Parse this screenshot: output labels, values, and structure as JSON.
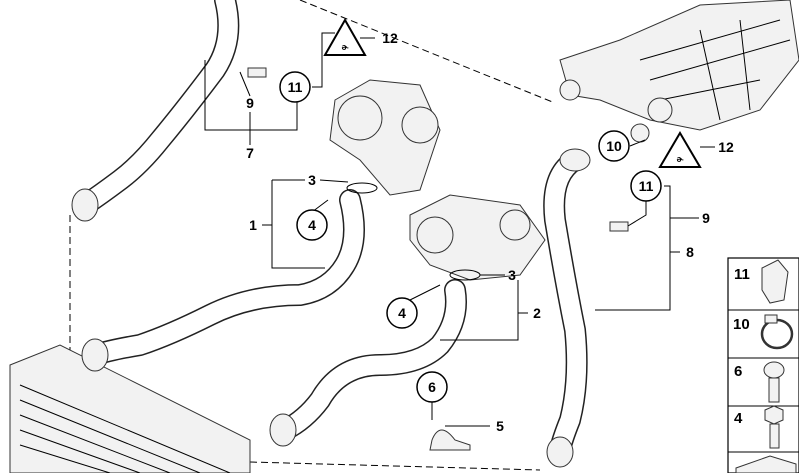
{
  "diagram": {
    "callouts": {
      "c12a": "12",
      "c11a": "11",
      "c9a": "9",
      "c7": "7",
      "c3a": "3",
      "c1": "1",
      "c4a": "4",
      "c10": "10",
      "c12b": "12",
      "c11b": "11",
      "c9b": "9",
      "c8": "8",
      "c3b": "3",
      "c4b": "4",
      "c2": "2",
      "c6": "6",
      "c5": "5"
    },
    "legend": [
      {
        "number": "11",
        "part": "clip"
      },
      {
        "number": "10",
        "part": "hose-clamp"
      },
      {
        "number": "6",
        "part": "torx-bolt"
      },
      {
        "number": "4",
        "part": "hex-bolt"
      },
      {
        "number": "",
        "part": "shim"
      }
    ],
    "colors": {
      "line": "#000000",
      "part_fill": "#f2f2f2"
    }
  }
}
